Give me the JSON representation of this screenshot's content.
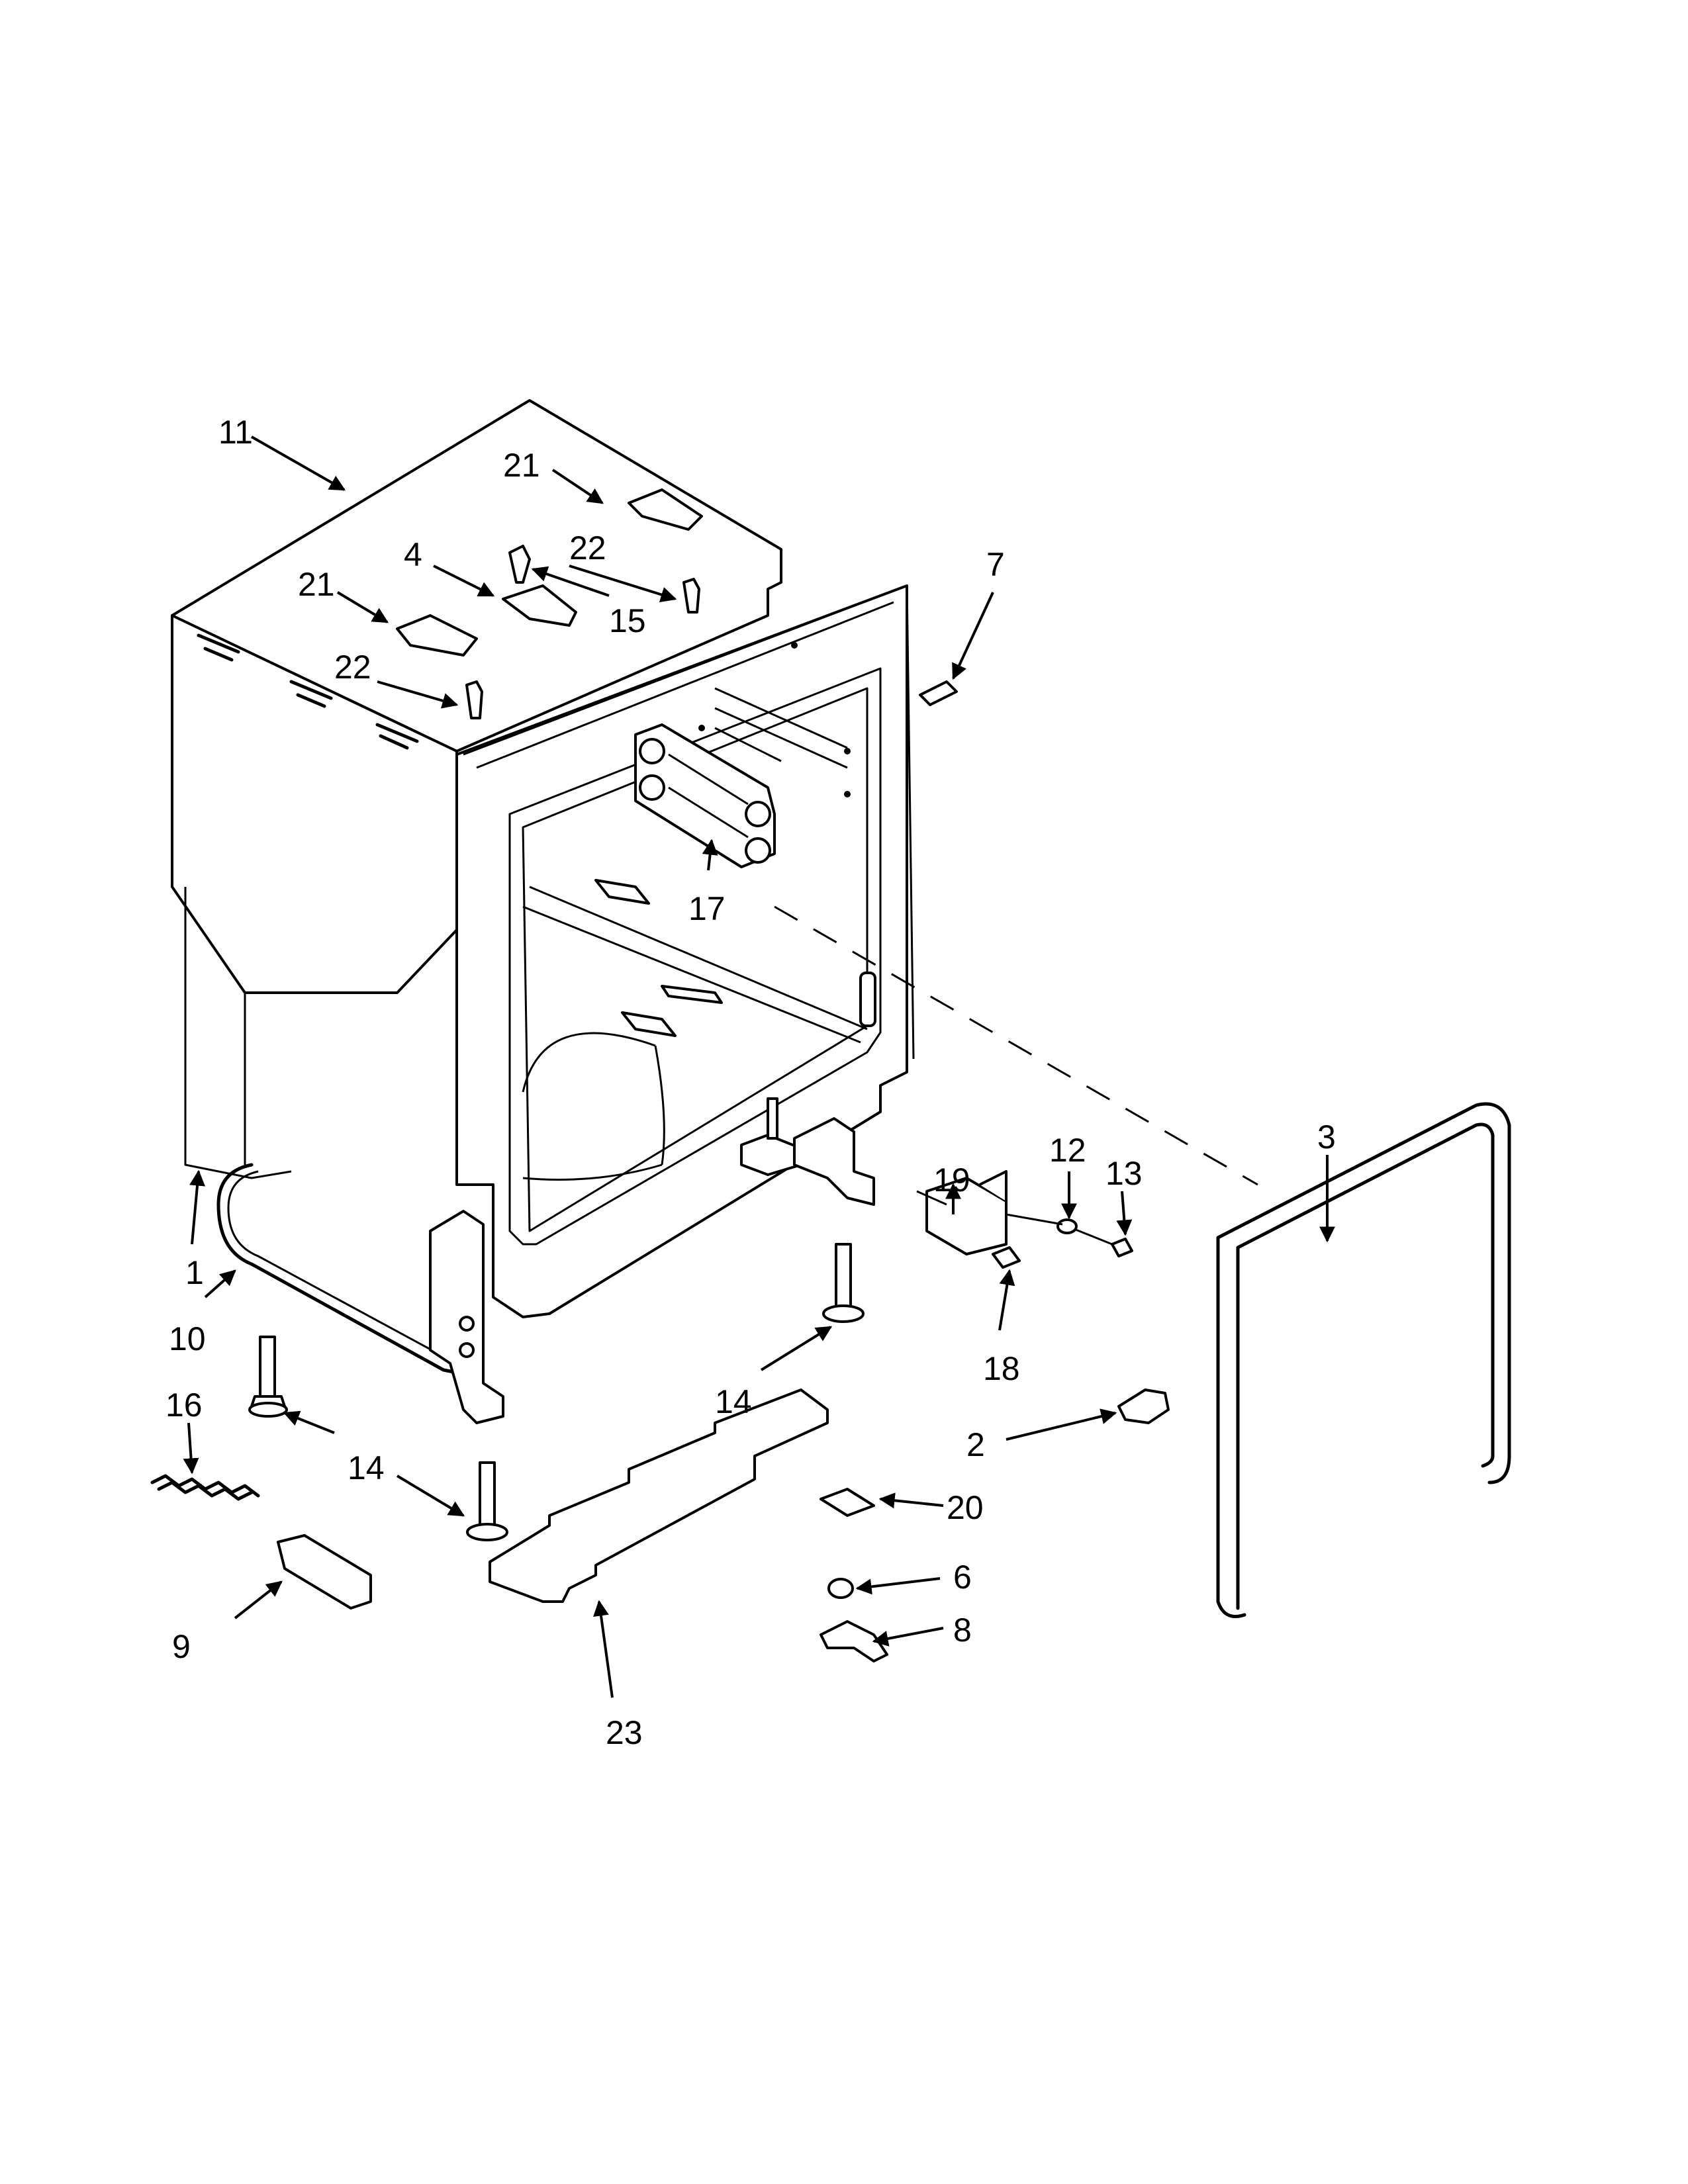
{
  "callouts": [
    {
      "id": "1",
      "text": "1"
    },
    {
      "id": "2",
      "text": "2"
    },
    {
      "id": "3",
      "text": "3"
    },
    {
      "id": "4",
      "text": "4"
    },
    {
      "id": "6",
      "text": "6"
    },
    {
      "id": "7",
      "text": "7"
    },
    {
      "id": "8",
      "text": "8"
    },
    {
      "id": "9",
      "text": "9"
    },
    {
      "id": "10",
      "text": "10"
    },
    {
      "id": "11",
      "text": "11"
    },
    {
      "id": "12",
      "text": "12"
    },
    {
      "id": "13",
      "text": "13"
    },
    {
      "id": "14a",
      "text": "14"
    },
    {
      "id": "14b",
      "text": "14"
    },
    {
      "id": "15",
      "text": "15"
    },
    {
      "id": "16",
      "text": "16"
    },
    {
      "id": "17",
      "text": "17"
    },
    {
      "id": "18",
      "text": "18"
    },
    {
      "id": "19",
      "text": "19"
    },
    {
      "id": "20",
      "text": "20"
    },
    {
      "id": "21a",
      "text": "21"
    },
    {
      "id": "21b",
      "text": "21"
    },
    {
      "id": "22a",
      "text": "22"
    },
    {
      "id": "22b",
      "text": "22"
    },
    {
      "id": "23",
      "text": "23"
    }
  ]
}
